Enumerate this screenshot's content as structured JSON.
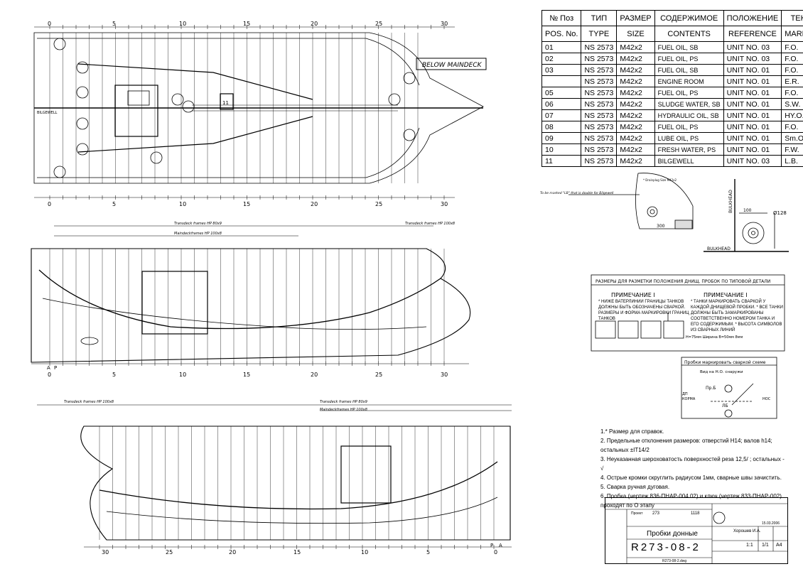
{
  "table": {
    "headers_ru": [
      "№ Поз",
      "ТИП",
      "РАЗМЕР",
      "СОДЕРЖИМОЕ",
      "ПОЛОЖЕНИЕ",
      "ТЕКСТ"
    ],
    "headers_en": [
      "POS. No.",
      "TYPE",
      "SIZE",
      "CONTENTS",
      "REFERENCE",
      "MARKING"
    ],
    "rows": [
      [
        "01",
        "NS 2573",
        "M42x2",
        "FUEL OIL, SB",
        "UNIT NO. 03",
        "F.O."
      ],
      [
        "02",
        "NS 2573",
        "M42x2",
        "FUEL OIL, PS",
        "UNIT NO. 03",
        "F.O."
      ],
      [
        "03",
        "NS 2573",
        "M42x2",
        "FUEL OIL, SB",
        "UNIT NO. 01",
        "F.O."
      ],
      [
        "",
        "NS 2573",
        "M42x2",
        "ENGINE ROOM",
        "UNIT NO. 01",
        "E.R."
      ],
      [
        "05",
        "NS 2573",
        "M42x2",
        "FUEL OIL, PS",
        "UNIT NO. 01",
        "F.O."
      ],
      [
        "06",
        "NS 2573",
        "M42x2",
        "SLUDGE WATER, SB",
        "UNIT NO. 01",
        "S.W."
      ],
      [
        "07",
        "NS 2573",
        "M42x2",
        "HYDRAULIC OIL, SB",
        "UNIT NO. 01",
        "HY.O."
      ],
      [
        "08",
        "NS 2573",
        "M42x2",
        "FUEL OIL, PS",
        "UNIT NO. 01",
        "F.O."
      ],
      [
        "09",
        "NS 2573",
        "M42x2",
        "LUBE OIL, PS",
        "UNIT NO. 01",
        "Sm.O."
      ],
      [
        "10",
        "NS 2573",
        "M42x2",
        "FRESH WATER, PS",
        "UNIT NO. 01",
        "F.W."
      ],
      [
        "11",
        "NS 2573",
        "M42x2",
        "BILGEWELL",
        "UNIT NO. 03",
        "L.B."
      ]
    ]
  },
  "plan": {
    "below_maindeck": "BELOW MAINDECK",
    "bilgewell_label": "BILGEWELL",
    "unit_label": "11",
    "frame_numbers_top": [
      "0",
      "5",
      "10",
      "15",
      "20",
      "25",
      "30"
    ],
    "frame_numbers_bottom": [
      "30",
      "25",
      "20",
      "15",
      "10",
      "5",
      "0"
    ],
    "aft_marks": [
      "A",
      "P"
    ]
  },
  "profile": {
    "dim1": "Transdeck frames HP 80x9",
    "dim2": "Transdeck frames HP 100x8",
    "dim3": "Maindeckframes HP 100x8"
  },
  "details": {
    "lb_note": "To be marked \"LB\" that is double for Bilgewell",
    "bulkhead": "BULKHEAD",
    "dia128": "Ø128",
    "dim100": "100",
    "dim300": "300",
    "plug_note": "* Drainplug Size M42x2"
  },
  "marking": {
    "title": "РАЗМЕРЫ ДЛЯ РАЗМЕТКИ ПОЛОЖЕНИЯ ДНИЩ. ПРОБОК ПО ТИПОВОЙ ДЕТАЛИ",
    "note1_title": "ПРИМЕЧАНИЕ I",
    "note1_text": "* НИЖЕ ВАТЕРЛИНИИ ГРАНИЦЫ ТАНКОВ ДОЛЖНЫ БЫТЬ ОБОЗНАЧЕНЫ СВАРКОЙ. РАЗМЕРЫ И ФОРМА МАРКИРОВКИ ГРАНИЦ ТАНКОВ",
    "note2_title": "ПРИМЕЧАНИЕ I",
    "note2_text": "* ТАНКИ МАРКИРОВАТЬ СВАРКОЙ У КАЖДОЙ ДНИЩЕВОЙ ПРОБКИ. * ВСЕ ТАНКИ ДОЛЖНЫ БЫТЬ ЗАМАРКИРОВАНЫ СООТВЕТСТВЕННО НОМЕРОМ ТАНКА И ЕГО СОДЕРЖИМЫМ. * ВЫСОТА СИМВОЛОВ ИЗ СВАРНЫХ ЛИНИЙ",
    "size_text": "H=75мм Ширина B=50мм 8мм"
  },
  "plug_box": {
    "title": "Пробки маркировать сваркой схеме",
    "view": "Вид на Н.О. снаружи",
    "pb": "Пр.Б",
    "lb": "ЛБ",
    "dp": "ДП",
    "kormа": "КОРМА",
    "nos": "НОС"
  },
  "notes": [
    "1.* Размер для справок.",
    "2. Предельные отклонения размеров: отверстий Н14; валов h14; остальных ±IT14/2",
    "3. Неуказанная шероховатость поверхностей реза 12,5/ ; остальных - √",
    "4. Острые кромки скруглить радиусом 1мм, сварные швы зачистить.",
    "5. Сварка ручная дуговая.",
    "6. Пробка (чертеж 836-ПНАР-004.02) и ключ (чертеж 833-ПНАР-002) проходят по О этапу"
  ],
  "title_block": {
    "project": "273",
    "project_label": "Проект",
    "number": "1118",
    "drawing_title": "Пробки донные",
    "drawing_number": "R273-08-2",
    "scale": "1:1",
    "sheet": "1/1",
    "format": "A4",
    "date": "15.03.2006",
    "designer": "Хорошев И.А.",
    "file": "R273-08-2.dwg"
  }
}
